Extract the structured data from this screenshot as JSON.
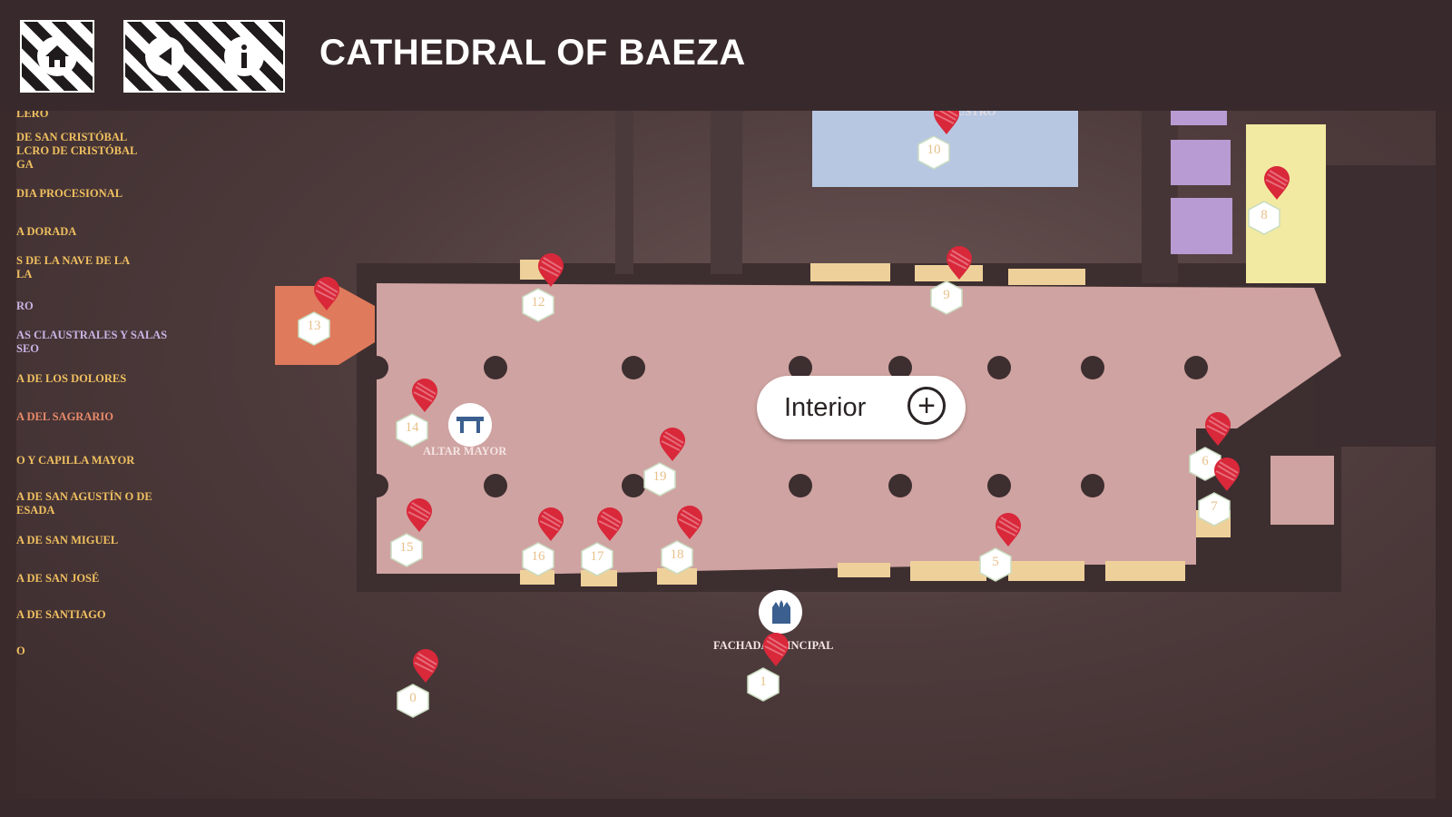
{
  "app": {
    "title": "CATHEDRAL OF BAEZA"
  },
  "header_icons": [
    "home-icon",
    "back-icon",
    "info-icon"
  ],
  "sidebar": {
    "items": [
      {
        "label": "LERO",
        "color": "#f0c060"
      },
      {
        "label": "DE SAN CRISTÓBAL\nLCRO DE CRISTÓBAL\nGA",
        "color": "#f0c060"
      },
      {
        "label": "DIA PROCESIONAL",
        "color": "#f0c060"
      },
      {
        "label": "A DORADA",
        "color": "#f0c060"
      },
      {
        "label": "S DE LA NAVE DE LA\nLA",
        "color": "#f0c060"
      },
      {
        "label": "RO",
        "color": "#c8b4e4"
      },
      {
        "label": "AS CLAUSTRALES Y SALAS\nSEO",
        "color": "#c8b4e4"
      },
      {
        "label": "A DE LOS DOLORES",
        "color": "#f0c060"
      },
      {
        "label": "A DEL SAGRARIO",
        "color": "#e88a6a"
      },
      {
        "label": "O Y CAPILLA MAYOR",
        "color": "#f0c060"
      },
      {
        "label": "A DE SAN AGUSTÍN O DE\nESADA",
        "color": "#f0c060"
      },
      {
        "label": "A DE SAN MIGUEL",
        "color": "#f0c060"
      },
      {
        "label": "A DE SAN JOSÉ",
        "color": "#f0c060"
      },
      {
        "label": "A DE SANTIAGO",
        "color": "#f0c060"
      },
      {
        "label": "O",
        "color": "#f0c060"
      }
    ]
  },
  "map": {
    "labels": {
      "cloister": "CLAUSTRO",
      "altar": "ALTAR MAYOR",
      "facade": "FACHADA PRINCIPAL"
    },
    "interior_button": {
      "label": "Interior"
    },
    "pois": [
      {
        "num": "0"
      },
      {
        "num": "1"
      },
      {
        "num": "5"
      },
      {
        "num": "6"
      },
      {
        "num": "7"
      },
      {
        "num": "8"
      },
      {
        "num": "9"
      },
      {
        "num": "10"
      },
      {
        "num": "12"
      },
      {
        "num": "13"
      },
      {
        "num": "14"
      },
      {
        "num": "15"
      },
      {
        "num": "16"
      },
      {
        "num": "17"
      },
      {
        "num": "18"
      },
      {
        "num": "19"
      }
    ]
  },
  "colors": {
    "nave": "#cfa3a1",
    "chapel": "#eed19a",
    "cloister": "#b7c7e2",
    "sagrario": "#e07a5c",
    "museum": "#b89bd2",
    "tower": "#f2eaa2",
    "marker": "#d8283a"
  }
}
